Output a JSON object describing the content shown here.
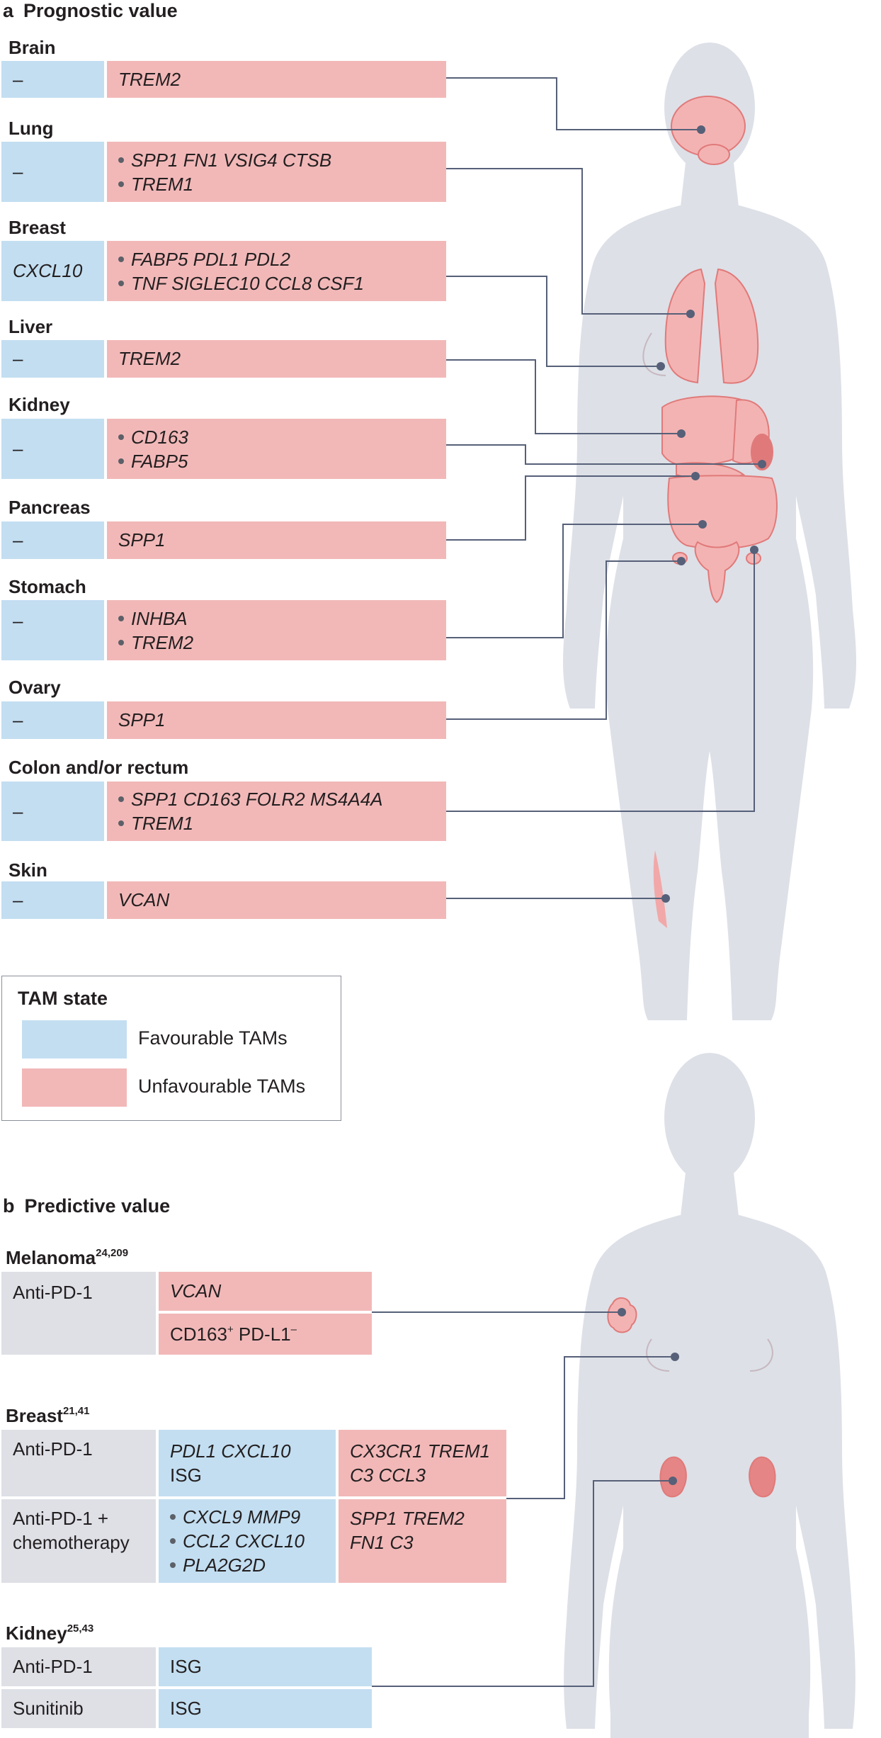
{
  "panel_a": {
    "letter": "a",
    "title": "Prognostic value",
    "rows": [
      {
        "organ": "Brain",
        "favourable": "–",
        "unfavourable": [
          "TREM2"
        ],
        "bulleted": false
      },
      {
        "organ": "Lung",
        "favourable": "–",
        "unfavourable": [
          "SPP1 FN1 VSIG4 CTSB",
          "TREM1"
        ],
        "bulleted": true
      },
      {
        "organ": "Breast",
        "favourable": "CXCL10",
        "unfavourable": [
          "FABP5 PDL1 PDL2",
          "TNF SIGLEC10 CCL8 CSF1"
        ],
        "bulleted": true
      },
      {
        "organ": "Liver",
        "favourable": "–",
        "unfavourable": [
          "TREM2"
        ],
        "bulleted": false
      },
      {
        "organ": "Kidney",
        "favourable": "–",
        "unfavourable": [
          "CD163",
          "FABP5"
        ],
        "bulleted": true
      },
      {
        "organ": "Pancreas",
        "favourable": "–",
        "unfavourable": [
          "SPP1"
        ],
        "bulleted": false
      },
      {
        "organ": "Stomach",
        "favourable": "–",
        "unfavourable": [
          "INHBA",
          "TREM2"
        ],
        "bulleted": true
      },
      {
        "organ": "Ovary",
        "favourable": "–",
        "unfavourable": [
          "SPP1"
        ],
        "bulleted": false
      },
      {
        "organ": "Colon and/or rectum",
        "favourable": "–",
        "unfavourable": [
          "SPP1 CD163 FOLR2 MS4A4A",
          "TREM1"
        ],
        "bulleted": true
      },
      {
        "organ": "Skin",
        "favourable": "–",
        "unfavourable": [
          "VCAN"
        ],
        "bulleted": false
      }
    ]
  },
  "legend": {
    "title": "TAM state",
    "favourable_label": "Favourable TAMs",
    "unfavourable_label": "Unfavourable TAMs"
  },
  "panel_b": {
    "letter": "b",
    "title": "Predictive value",
    "melanoma": {
      "organ": "Melanoma",
      "refs": "24,209",
      "therapy": "Anti-PD-1",
      "unfavourable_1": "VCAN",
      "unfavourable_2_base": "CD163",
      "unfavourable_2_sup1": "+",
      "unfavourable_2_mid": " PD-L1",
      "unfavourable_2_sup2": "–"
    },
    "breast": {
      "organ": "Breast",
      "refs": "21,41",
      "rows": [
        {
          "therapy_lines": [
            "Anti-PD-1"
          ],
          "favourable": [
            "PDL1 CXCL10",
            "ISG"
          ],
          "favourable_italic": [
            true,
            false
          ],
          "favourable_bulleted": false,
          "unfavourable": [
            "CX3CR1 TREM1",
            "C3 CCL3"
          ]
        },
        {
          "therapy_lines": [
            "Anti-PD-1 +",
            "chemotherapy"
          ],
          "favourable": [
            "CXCL9 MMP9",
            "CCL2 CXCL10",
            "PLA2G2D"
          ],
          "favourable_italic": [
            true,
            true,
            true
          ],
          "favourable_bulleted": true,
          "unfavourable": [
            "SPP1 TREM2",
            "FN1 C3"
          ]
        }
      ]
    },
    "kidney": {
      "organ": "Kidney",
      "refs": "25,43",
      "rows": [
        {
          "therapy": "Anti-PD-1",
          "favourable": "ISG"
        },
        {
          "therapy": "Sunitinib",
          "favourable": "ISG"
        }
      ]
    }
  },
  "colors": {
    "favourable": "#c3def1",
    "unfavourable": "#f2b8b8",
    "therapy_cell": "#dee0e6",
    "body_silhouette": "#dde0e7",
    "organ_fill": "#f4b3b3",
    "organ_stroke": "#e07a7a",
    "connector_line": "#566078"
  }
}
